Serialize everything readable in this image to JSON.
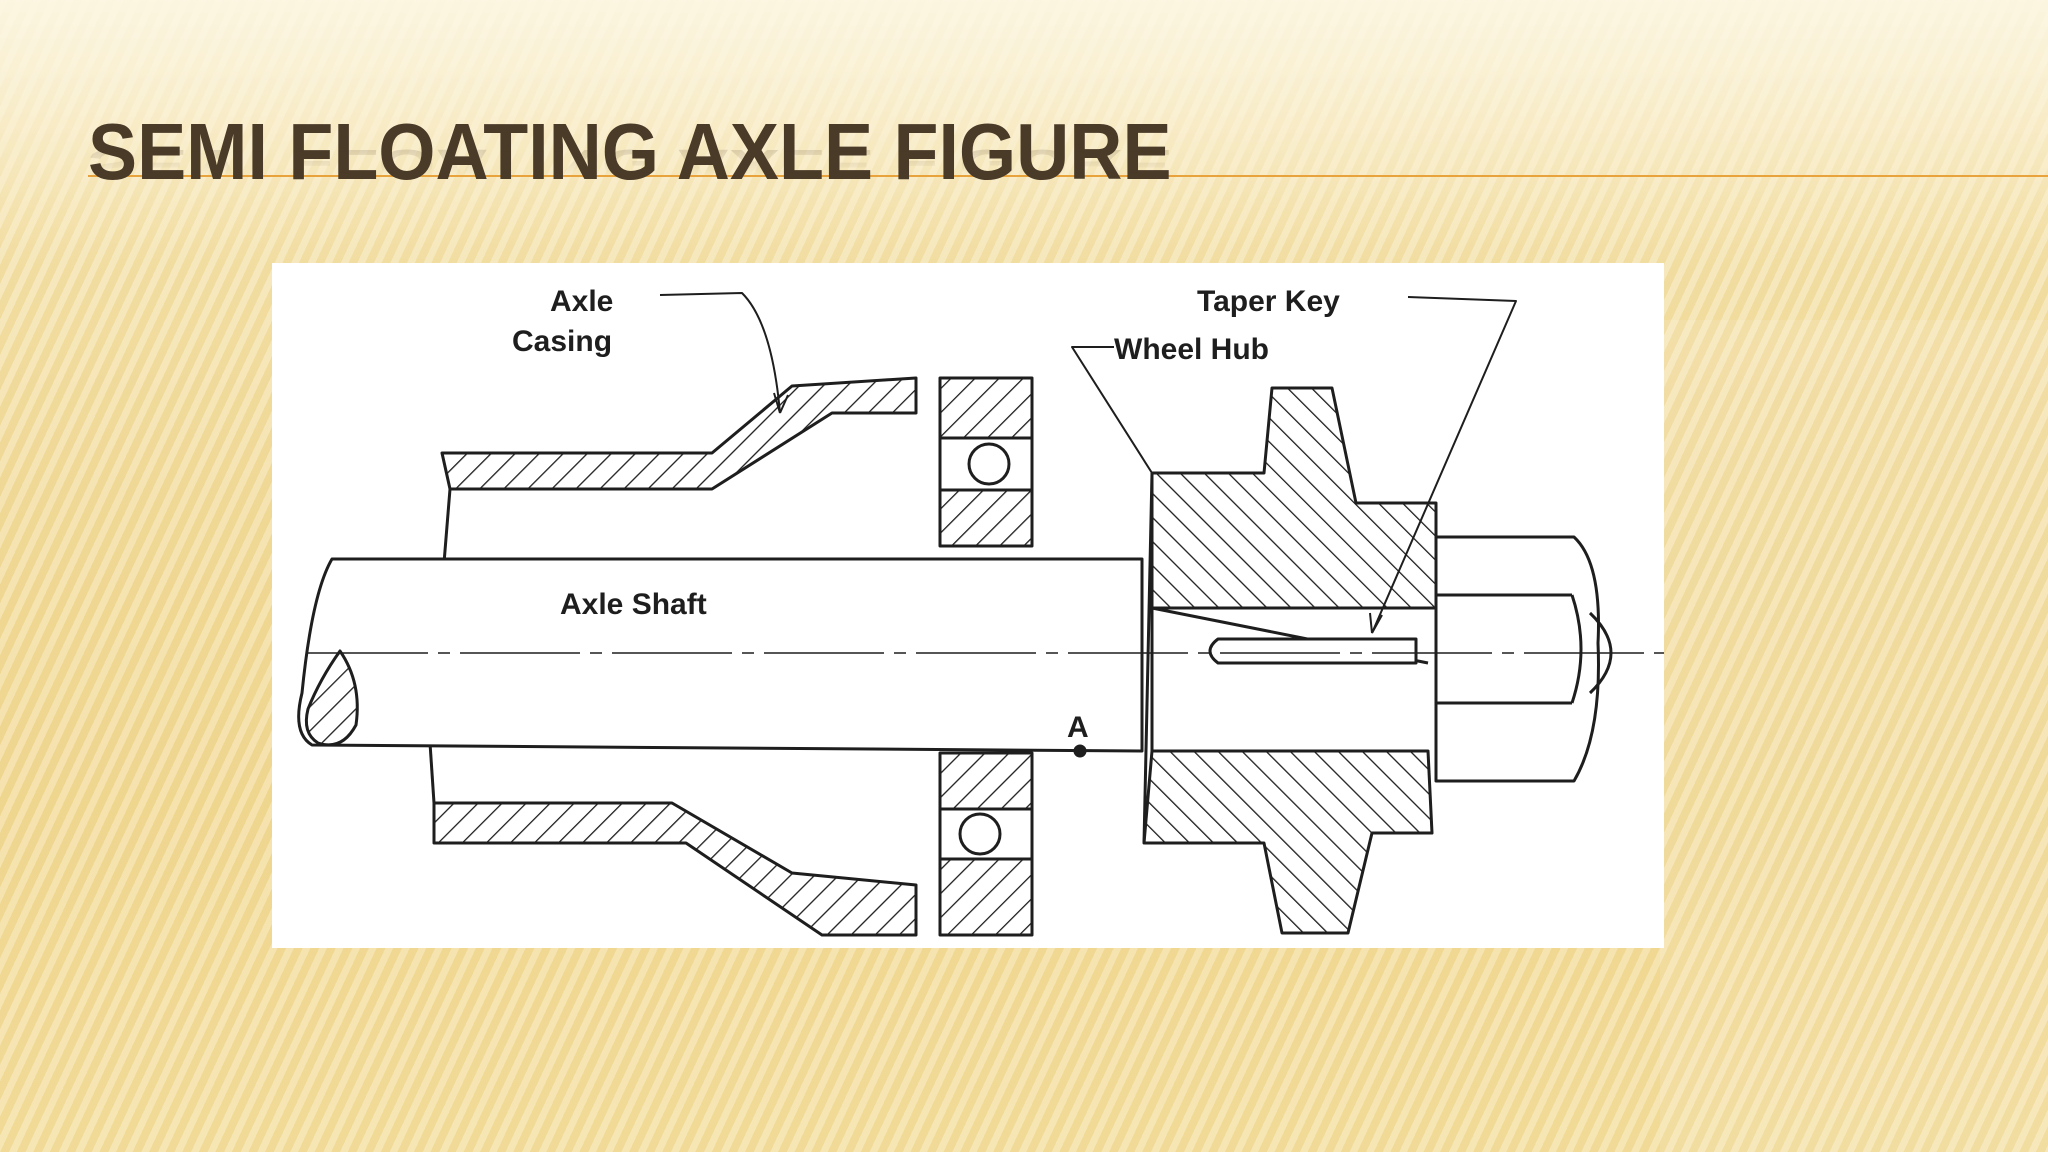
{
  "slide": {
    "title": "SEMI FLOATING AXLE FIGURE"
  },
  "diagram": {
    "labels": {
      "axle_casing_line1": "Axle",
      "axle_casing_line2": "Casing",
      "taper_key": "Taper Key",
      "wheel_hub": "Wheel Hub",
      "axle_shaft": "Axle Shaft",
      "point_a": "A"
    }
  },
  "colors": {
    "title": "#4a3a28",
    "rule": "#e8a33c",
    "background": "#f2dc9c",
    "ink": "#1e1e1e"
  }
}
